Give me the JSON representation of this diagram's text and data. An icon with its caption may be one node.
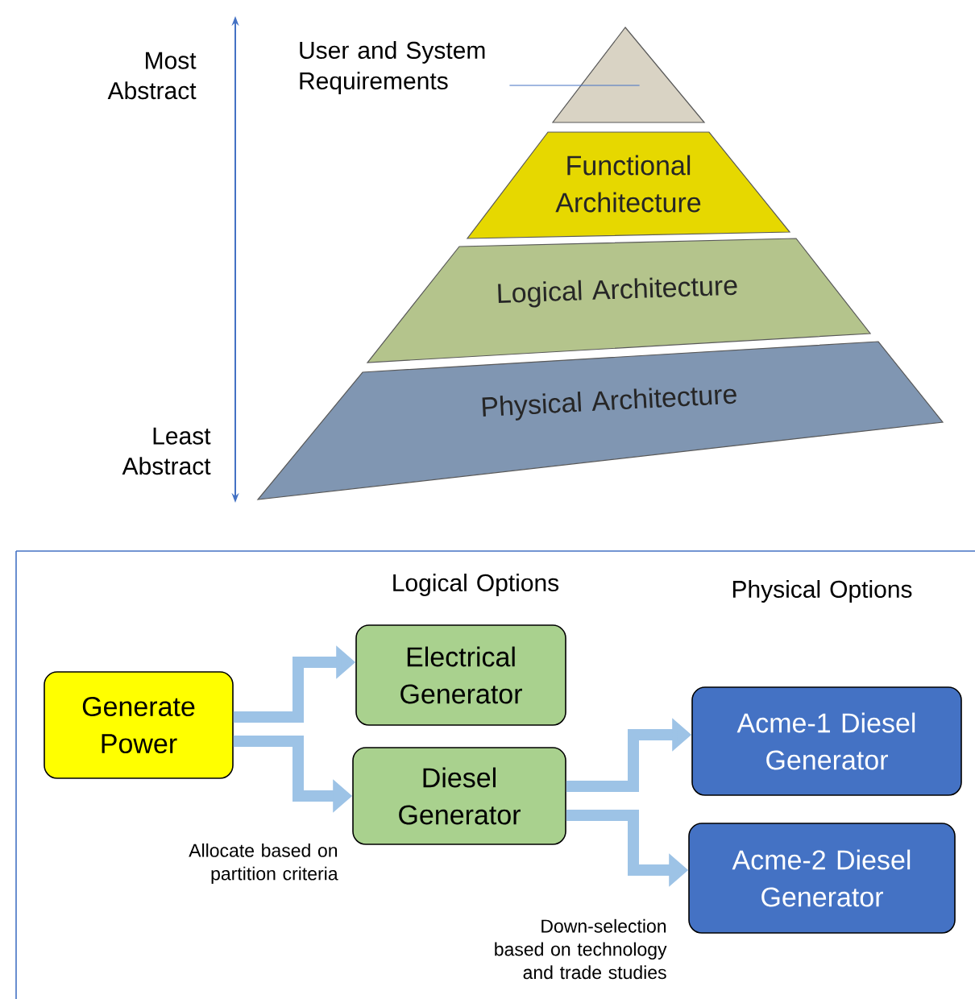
{
  "diagram": {
    "nodes": [
      {
        "text": [
          "User and System Requirements"
        ]
      },
      {
        "text": [],
        "shape": "triangle"
      },
      {
        "text": [
          "Functional Architecture"
        ]
      },
      {
        "text": [
          "Logical Architecture"
        ]
      },
      {
        "text": [
          "Physical Architecture"
        ]
      },
      {
        "text": [
          "Generate Power"
        ]
      },
      {
        "text": [
          "Electrical Generator"
        ]
      },
      {
        "text": [
          "Diesel Generator"
        ]
      },
      {
        "text": [
          "Acme-1 Diesel Generator"
        ]
      },
      {
        "text": [
          "Acme-2 Diesel Generator"
        ]
      }
    ],
    "edges": [
      {
        "from": 0,
        "to": 1,
        "arrow": "none"
      },
      {
        "from": 5,
        "to": 6,
        "arrow": "to"
      },
      {
        "from": 5,
        "to": 7,
        "arrow": "to"
      },
      {
        "from": 7,
        "to": 8,
        "arrow": "to"
      },
      {
        "from": 7,
        "to": 9,
        "arrow": "to"
      }
    ],
    "labels": [
      "Most Abstract",
      "Least Abstract",
      "Logical Options",
      "Physical Options",
      "Allocate based on partition criteria",
      "Down-selection based on technology and trade studies"
    ]
  }
}
